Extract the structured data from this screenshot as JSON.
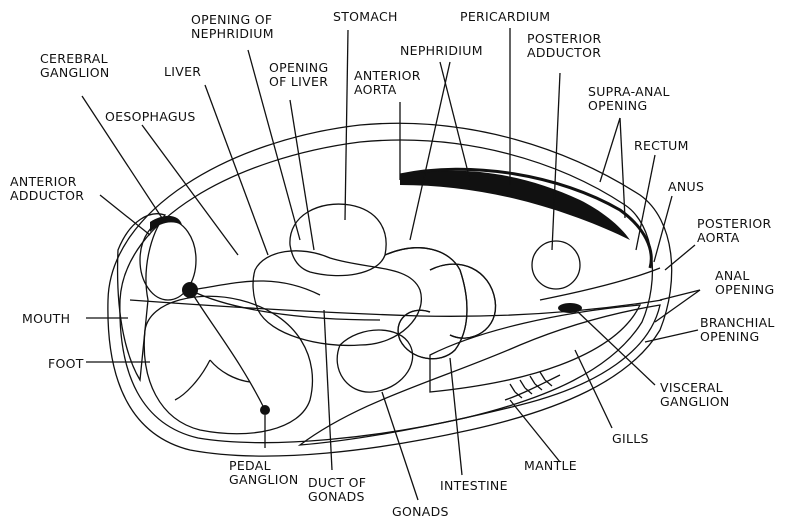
{
  "labels": {
    "cerebral_ganglion": [
      "CEREBRAL",
      "GANGLION"
    ],
    "liver": [
      "LIVER"
    ],
    "opening_of_nephridium": [
      "OPENING OF",
      "NEPHRIDIUM"
    ],
    "stomach": [
      "STOMACH"
    ],
    "pericardium": [
      "PERICARDIUM"
    ],
    "nephridium": [
      "NEPHRIDIUM"
    ],
    "posterior_adductor": [
      "POSTERIOR",
      "ADDUCTOR"
    ],
    "opening_of_liver": [
      "OPENING",
      "OF LIVER"
    ],
    "anterior_aorta": [
      "ANTERIOR",
      "AORTA"
    ],
    "oesophagus": [
      "OESOPHAGUS"
    ],
    "supra_anal_opening": [
      "SUPRA-ANAL",
      "OPENING"
    ],
    "rectum": [
      "RECTUM"
    ],
    "anterior_adductor": [
      "ANTERIOR",
      "ADDUCTOR"
    ],
    "anus": [
      "ANUS"
    ],
    "posterior_aorta": [
      "POSTERIOR",
      "AORTA"
    ],
    "anal_opening": [
      "ANAL",
      "OPENING"
    ],
    "mouth": [
      "MOUTH"
    ],
    "branchial_opening": [
      "BRANCHIAL",
      "OPENING"
    ],
    "foot": [
      "FOOT"
    ],
    "visceral_ganglion": [
      "VISCERAL",
      "GANGLION"
    ],
    "gills": [
      "GILLS"
    ],
    "mantle": [
      "MANTLE"
    ],
    "pedal_ganglion": [
      "PEDAL",
      "GANGLION"
    ],
    "duct_of_gonads": [
      "DUCT OF",
      "GONADS"
    ],
    "intestine": [
      "INTESTINE"
    ],
    "gonads": [
      "GONADS"
    ]
  },
  "colors": {
    "ink": "#111111",
    "paper": "#ffffff"
  }
}
